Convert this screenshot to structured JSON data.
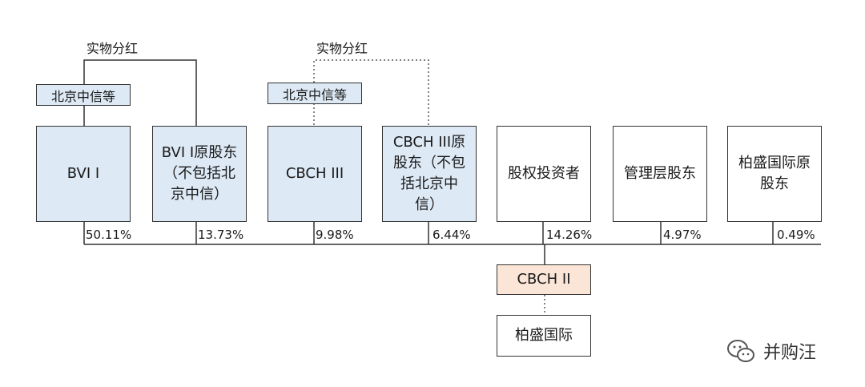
{
  "colors": {
    "blue_fill": "#dde9f5",
    "peach_fill": "#fbe5d6",
    "white_fill": "#ffffff",
    "line": "#333333"
  },
  "dividend_labels": [
    "实物分红",
    "实物分红"
  ],
  "group_labels": [
    "北京中信等",
    "北京中信等"
  ],
  "shareholders": [
    {
      "name": "BVI I",
      "share": "50.11%",
      "fill": "blue"
    },
    {
      "name": "BVI I原股东\n（不包括北\n京中信）",
      "share": "13.73%",
      "fill": "blue"
    },
    {
      "name": "CBCH III",
      "share": "9.98%",
      "fill": "blue"
    },
    {
      "name": "CBCH III原\n股东（不包\n括北京中\n信）",
      "share": "6.44%",
      "fill": "blue"
    },
    {
      "name": "股权投资者",
      "share": "14.26%",
      "fill": "white"
    },
    {
      "name": "管理层股东",
      "share": "4.97%",
      "fill": "white"
    },
    {
      "name": "柏盛国际原\n股东",
      "share": "0.49%",
      "fill": "white"
    }
  ],
  "holding_company": {
    "name": "CBCH II",
    "fill": "peach"
  },
  "target_company": {
    "name": "柏盛国际",
    "fill": "white"
  },
  "watermark": {
    "text": "并购汪",
    "icon": "wechat-logo-icon"
  }
}
